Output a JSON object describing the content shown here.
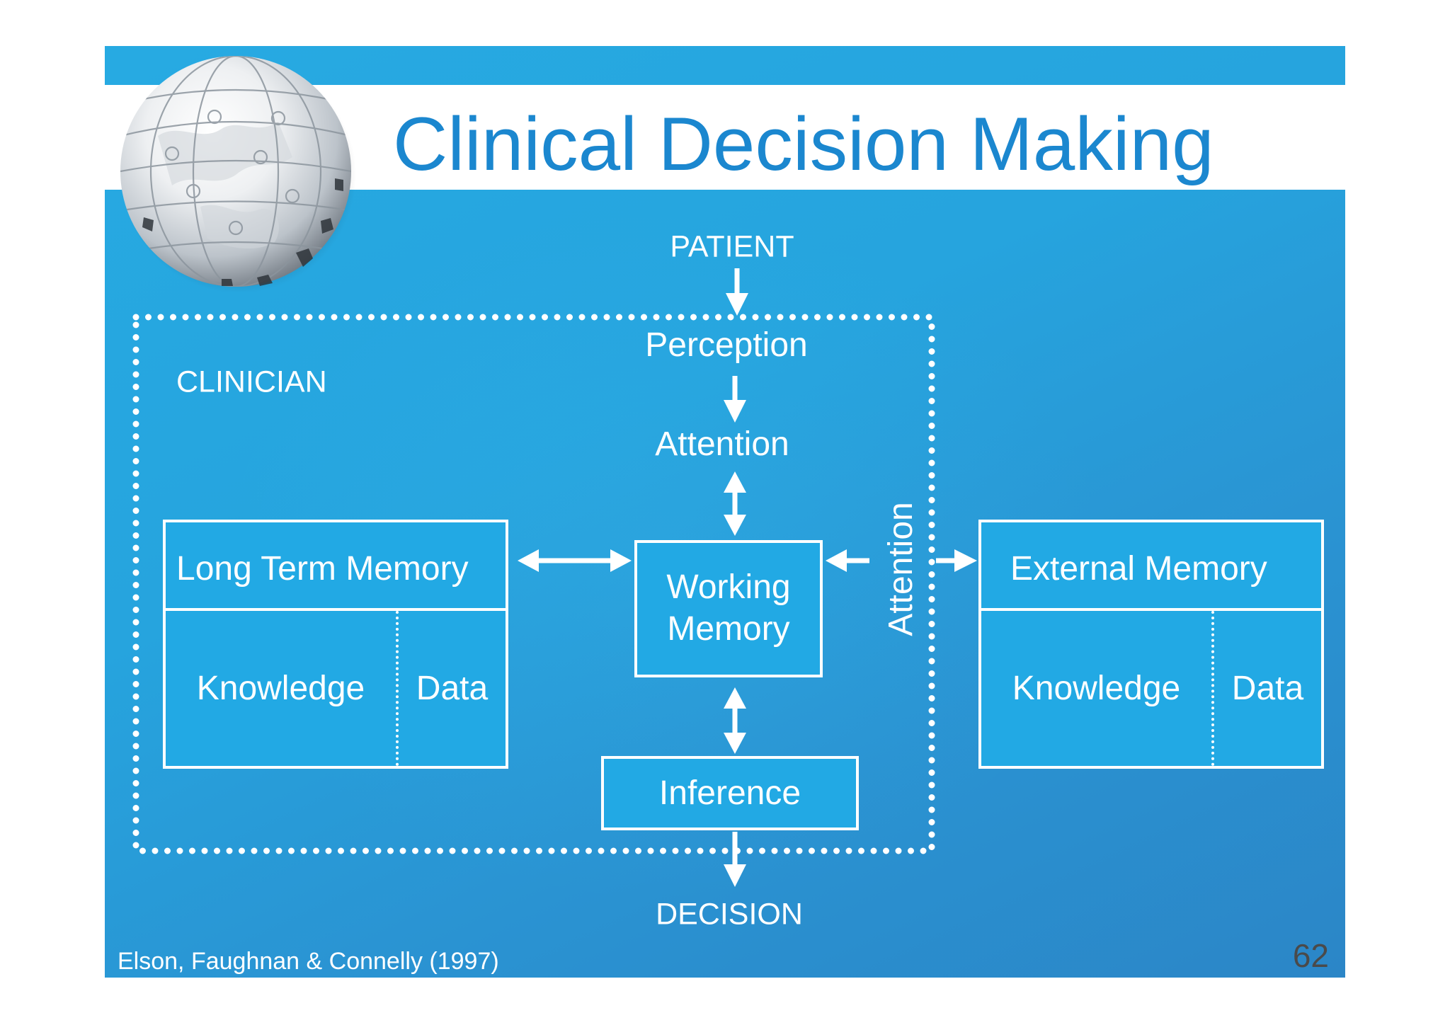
{
  "slide": {
    "title": "Clinical Decision Making",
    "citation": "Elson, Faughnan & Connelly (1997)",
    "page_number": "62"
  },
  "diagram": {
    "patient_label": "PATIENT",
    "clinician_label": "CLINICIAN",
    "perception_label": "Perception",
    "attention_label": "Attention",
    "long_term_memory": {
      "title": "Long Term Memory",
      "left_cell": "Knowledge",
      "right_cell": "Data"
    },
    "working_memory": "Working Memory",
    "side_attention_label": "Attention",
    "external_memory": {
      "title": "External Memory",
      "left_cell": "Knowledge",
      "right_cell": "Data"
    },
    "inference_label": "Inference",
    "decision_label": "DECISION"
  },
  "colors": {
    "title_blue": "#1b87cf",
    "slide_blue_light": "#27aae2",
    "slide_blue_dark": "#2b86c7",
    "box_fill": "#22a9e4",
    "page_number_gray": "#4a4a4a"
  },
  "icons": {
    "globe": "puzzle-globe-icon"
  }
}
